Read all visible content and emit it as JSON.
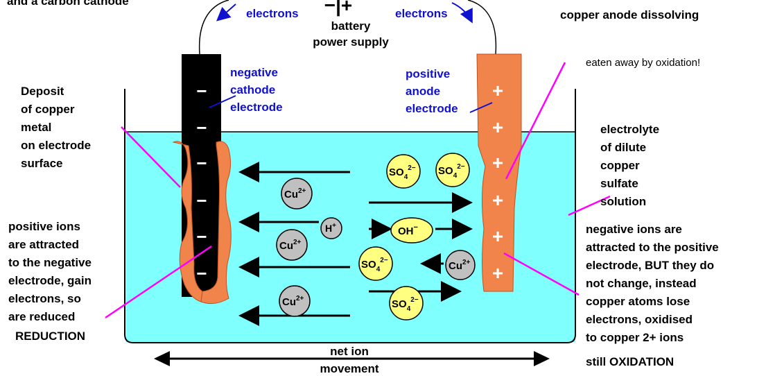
{
  "top": {
    "cut_label": "and a carbon cathode",
    "electrons_left": "electrons",
    "electrons_right": "electrons",
    "battery_symbol": "−|+",
    "battery_line1": "battery",
    "battery_line2": "power supply",
    "copper_anode_dissolving": "copper anode dissolving",
    "eaten_away": "eaten away by oxidation!"
  },
  "cathode": {
    "label": [
      "negative",
      "cathode",
      "electrode"
    ],
    "sign": "−"
  },
  "anode": {
    "label": [
      "positive",
      "anode",
      "electrode"
    ],
    "sign": "+"
  },
  "left_notes": {
    "deposit": [
      "Deposit",
      "of copper",
      "metal",
      "on electrode",
      "surface"
    ],
    "positive_ions": [
      "positive ions",
      "are attracted",
      "to the negative",
      "electrode, gain",
      "electrons, so",
      "are reduced",
      "REDUCTION"
    ]
  },
  "right_notes": {
    "electrolyte": [
      "electrolyte",
      "of dilute",
      "copper",
      "sulfate",
      "solution"
    ],
    "negative_ions": [
      "negative ions are",
      "attracted to the positive",
      "electrode, BUT they do",
      "not change, instead",
      "copper atoms lose",
      "electrons, oxidised",
      "to copper 2+ ions"
    ],
    "still_oxidation": "still OXIDATION"
  },
  "ions": {
    "cu_base": "Cu",
    "cu_charge": "2+",
    "h_base": "H",
    "h_charge": "+",
    "so4_base": "SO",
    "so4_sub": "4",
    "so4_charge": "2−",
    "oh_base": "OH",
    "oh_charge": "−"
  },
  "net_movement": [
    "net ion",
    "movement"
  ],
  "colors": {
    "electrolyte": "#80ffff",
    "copper": "#f0844a",
    "carbon": "#000000",
    "cation_fill": "#c0c0c0",
    "anion_fill": "#ffff80",
    "label_blue": "#1010d0",
    "pointer": "#ff00ff"
  }
}
